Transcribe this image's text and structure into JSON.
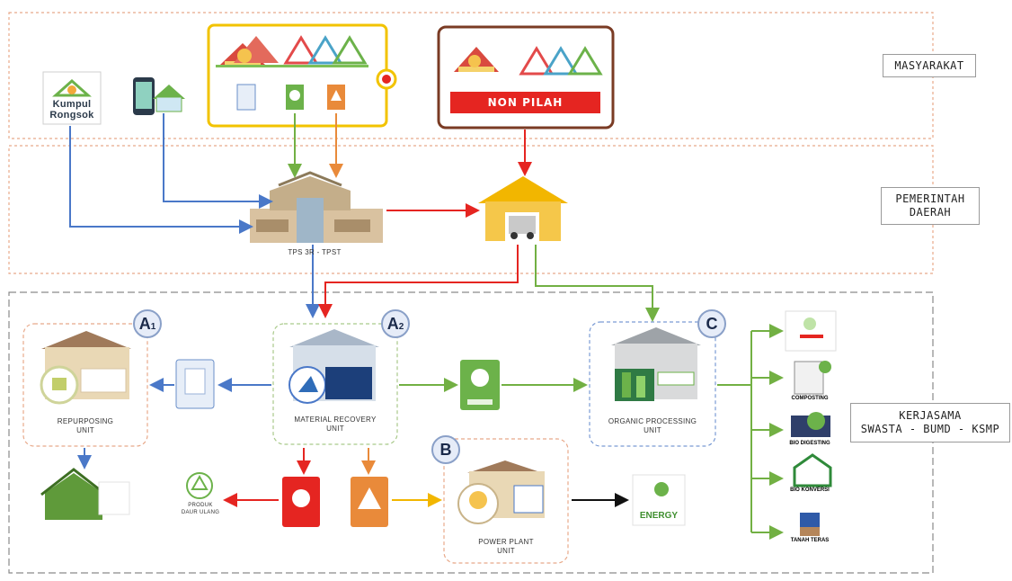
{
  "labels": {
    "masyarakat": "MASYARAKAT",
    "pemerintah_line1": "PEMERINTAH",
    "pemerintah_line2": "DAERAH",
    "kerjasama_line1": "KERJASAMA",
    "kerjasama_line2": "SWASTA - BUMD - KSMP",
    "non_pilah": "NON PILAH",
    "kumpul_line1": "Kumpul",
    "kumpul_line2": "Rongsok",
    "tps": "TPS 3R - TPST",
    "mru_line1": "MATERIAL RECOVERY",
    "mru_line2": "UNIT",
    "repurposing_line1": "REPURPOSING",
    "repurposing_line2": "UNIT",
    "organic_line1": "ORGANIC PROCESSING",
    "organic_line2": "UNIT",
    "power_line1": "POWER PLANT",
    "power_line2": "UNIT",
    "produk_line1": "PRODUK",
    "produk_line2": "DAUR ULANG",
    "green_energy": "ENERGY",
    "compositing": "COMPOSTING",
    "bio_digesting": "BIO DIGESTING",
    "bio_konversi": "BIO KONVERSI",
    "tanah": "TANAH TERAS"
  },
  "badges": {
    "a1_letter": "A",
    "a1_sub": "1",
    "a2_letter": "A",
    "a2_sub": "2",
    "b": "B",
    "c": "C"
  },
  "colors": {
    "blue": "#4a78c8",
    "red": "#e52521",
    "green": "#72b043",
    "orange": "#e98a3a",
    "yellow_frame": "#f2c300",
    "brown_frame": "#7a3b24",
    "zone_border": "#e8a98a",
    "bottom_border": "#8a8a8a"
  }
}
